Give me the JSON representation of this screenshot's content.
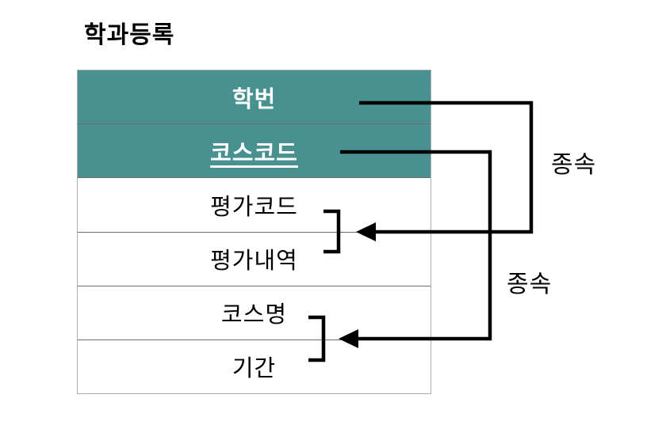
{
  "title": "학과등록",
  "table": {
    "rows": [
      "학번",
      "코스코드",
      "평가코드",
      "평가내역",
      "코스명",
      "기간"
    ]
  },
  "annotations": {
    "dependency_1": "종속",
    "dependency_2": "종속"
  },
  "colors": {
    "header_bg": "#489190",
    "header_text": "#ffffff",
    "body_text": "#000000",
    "line": "#000000",
    "row_divider": "#6e6e6e",
    "table_border": "#ababab",
    "background": "#ffffff"
  }
}
